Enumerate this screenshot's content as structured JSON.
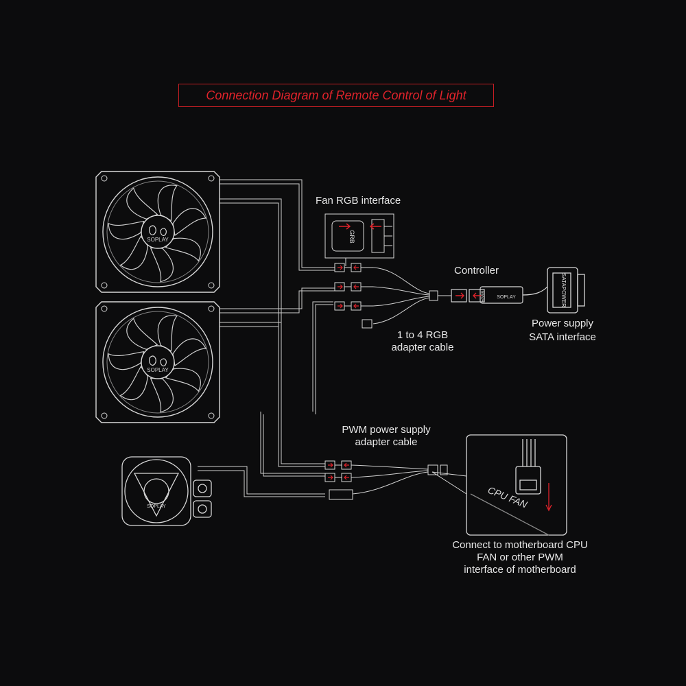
{
  "title": "Connection Diagram of Remote Control of Light",
  "labels": {
    "fan_rgb_interface": "Fan RGB interface",
    "controller": "Controller",
    "power_supply_line1": "Power supply",
    "power_supply_line2": "SATA interface",
    "adapter_line1": "1 to 4 RGB",
    "adapter_line2": "adapter cable",
    "pwm_line1": "PWM power supply",
    "pwm_line2": "adapter cable",
    "mb_line1": "Connect to motherboard CPU",
    "mb_line2": "FAN or other PWM",
    "mb_line3": "interface of motherboard"
  },
  "device_text": {
    "fan_logo": "SOPLAY",
    "pump_logo": "SOPLAY",
    "rgb_plug": "GRB",
    "controller_brand": "SOPLAY",
    "controller_pins": "+GRB",
    "sata": "SATAPOWER",
    "cpu_fan": "CPU FAN"
  },
  "colors": {
    "background": "#0c0c0d",
    "accent_red": "#e0232b",
    "line": "#d8d8d8",
    "text": "#e8e8e8"
  }
}
